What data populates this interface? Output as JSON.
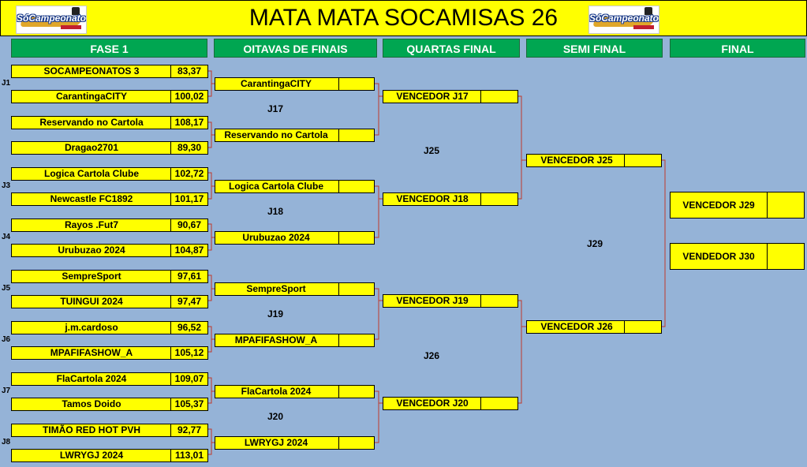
{
  "header": {
    "title": "MATA MATA SOCAMISAS 26",
    "logo_text": "SóCampeonatos"
  },
  "phases": [
    "FASE 1",
    "OITAVAS DE FINAIS",
    "QUARTAS FINAL",
    "SEMI FINAL",
    "FINAL"
  ],
  "fase1": [
    {
      "game": "J1",
      "team1": "SOCAMPEONATOS 3",
      "score1": "83,37",
      "team2": "CarantingaCITY",
      "score2": "100,02"
    },
    {
      "game": "",
      "team1": "Reservando no Cartola",
      "score1": "108,17",
      "team2": "Dragao2701",
      "score2": "89,30"
    },
    {
      "game": "J3",
      "team1": "Logica Cartola Clube",
      "score1": "102,72",
      "team2": "Newcastle FC1892",
      "score2": "101,17"
    },
    {
      "game": "J4",
      "team1": "Rayos .Fut7",
      "score1": "90,67",
      "team2": "Urubuzao 2024",
      "score2": "104,87"
    },
    {
      "game": "J5",
      "team1": "SempreSport",
      "score1": "97,61",
      "team2": "TUINGUI 2024",
      "score2": "97,47"
    },
    {
      "game": "J6",
      "team1": "j.m.cardoso",
      "score1": "96,52",
      "team2": "MPAFIFASHOW_A",
      "score2": "105,12"
    },
    {
      "game": "J7",
      "team1": "FlaCartola 2024",
      "score1": "109,07",
      "team2": "Tamos Doido",
      "score2": "105,37"
    },
    {
      "game": "J8",
      "team1": "TIMÃO RED HOT PVH",
      "score1": "92,77",
      "team2": "LWRYGJ 2024",
      "score2": "113,01"
    }
  ],
  "oitavas": [
    {
      "game": "J17",
      "team1": "CarantingaCITY",
      "team2": "Reservando no Cartola"
    },
    {
      "game": "J18",
      "team1": "Logica Cartola Clube",
      "team2": "Urubuzao 2024"
    },
    {
      "game": "J19",
      "team1": "SempreSport",
      "team2": "MPAFIFASHOW_A"
    },
    {
      "game": "J20",
      "team1": "FlaCartola 2024",
      "team2": "LWRYGJ 2024"
    }
  ],
  "quartas": {
    "slots": [
      "VENCEDOR J17",
      "VENCEDOR J18",
      "VENCEDOR J19",
      "VENCEDOR J20"
    ],
    "games": [
      "J25",
      "J26"
    ]
  },
  "semi": {
    "slots": [
      "VENCEDOR J25",
      "VENCEDOR J26"
    ],
    "game": "J29"
  },
  "final": {
    "slots": [
      "VENCEDOR J29",
      "VENDEDOR J30"
    ]
  },
  "colors": {
    "background": "#95b3d7",
    "box": "#ffff00",
    "phase_header": "#00a651",
    "connector": "#c0392b"
  }
}
